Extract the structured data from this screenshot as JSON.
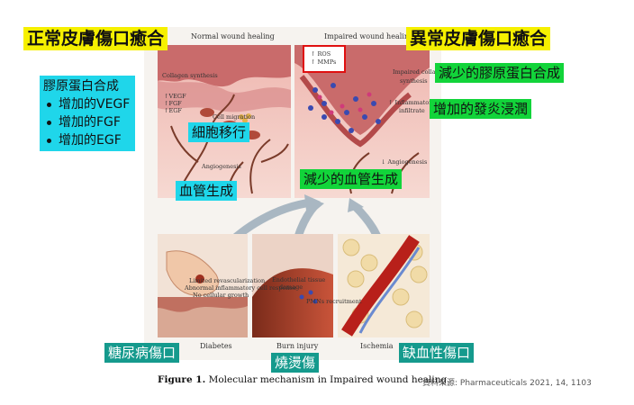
{
  "header": {
    "normal_label": "正常皮膚傷口癒合",
    "impaired_label": "異常皮膚傷口癒合"
  },
  "left_list": {
    "title": "膠原蛋白合成",
    "items": [
      "增加的VEGF",
      "增加的FGF",
      "增加的EGF"
    ]
  },
  "labels_left": {
    "cell_migration": "細胞移行",
    "angiogenesis": "血管生成"
  },
  "labels_right": {
    "reduced_collagen": "減少的膠原蛋白合成",
    "increased_inflammation": "增加的發炎浸潤",
    "reduced_angiogenesis": "減少的血管生成"
  },
  "labels_bottom": {
    "diabetes": "糖尿病傷口",
    "burn": "燒燙傷",
    "ischemia": "缺血性傷口"
  },
  "figure": {
    "panel_normal_title": "Normal wound healing",
    "panel_impaired_title": "Impaired wound healing",
    "normal_collagen": "Collagen synthesis",
    "normal_vegf": "↑VEGF",
    "normal_fgf": "↑FGF",
    "normal_egf": "↑EGF",
    "normal_cell_migration": "Cell migration",
    "normal_angiogenesis": "Angiogenesis",
    "ros": "↑ ROS",
    "mmps": "↑ MMPs",
    "impaired_collagen_1": "Impaired collagen",
    "impaired_collagen_2": "synthesis",
    "inflammatory_1": "↑ Inflammatory",
    "inflammatory_2": "infiltrate",
    "impaired_angiogenesis": "↓ Angiogenesis",
    "diabetes_note_1": "Limited revascularization",
    "diabetes_note_2": "Abnormal inflammatory cell response",
    "diabetes_note_3": "No cellular growth",
    "burn_note_1": "Endothelial tissue",
    "burn_note_2": "damage",
    "burn_note_3": "PMNs recruitment",
    "cap_diabetes": "Diabetes",
    "cap_burn": "Burn injury",
    "cap_ischemia": "Ischemia",
    "caption_bold": "Figure 1.",
    "caption_text": " Molecular mechanism in Impaired wound healing."
  },
  "source": "資料來源: Pharmaceuticals 2021, 14, 1103",
  "colors": {
    "yellow": "#f6f000",
    "cyan": "#1fd6ea",
    "green": "#12d43a",
    "teal": "#159a8d",
    "red_box": "#e01010"
  }
}
